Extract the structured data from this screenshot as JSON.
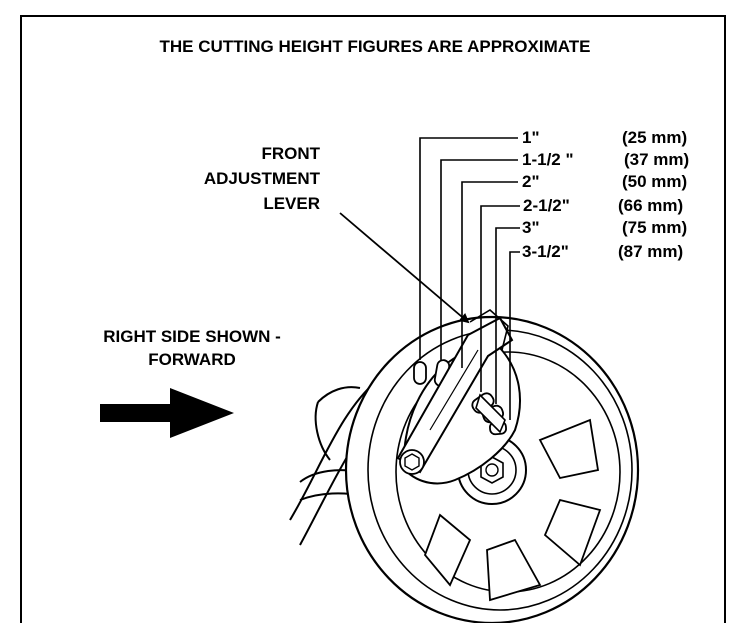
{
  "title": "THE CUTTING HEIGHT FIGURES ARE APPROXIMATE",
  "lever_label": {
    "line1": "FRONT",
    "line2": "ADJUSTMENT",
    "line3": "LEVER"
  },
  "side_label": {
    "line1": "RIGHT SIDE SHOWN -",
    "line2": "FORWARD"
  },
  "heights": [
    {
      "inch": "1\"",
      "mm": "(25 mm)"
    },
    {
      "inch": "1-1/2 \"",
      "mm": "(37 mm)"
    },
    {
      "inch": "2\"",
      "mm": "(50 mm)"
    },
    {
      "inch": "2-1/2\"",
      "mm": "(66 mm)"
    },
    {
      "inch": "3\"",
      "mm": "(75 mm)"
    },
    {
      "inch": "3-1/2\"",
      "mm": "(87 mm)"
    }
  ]
}
